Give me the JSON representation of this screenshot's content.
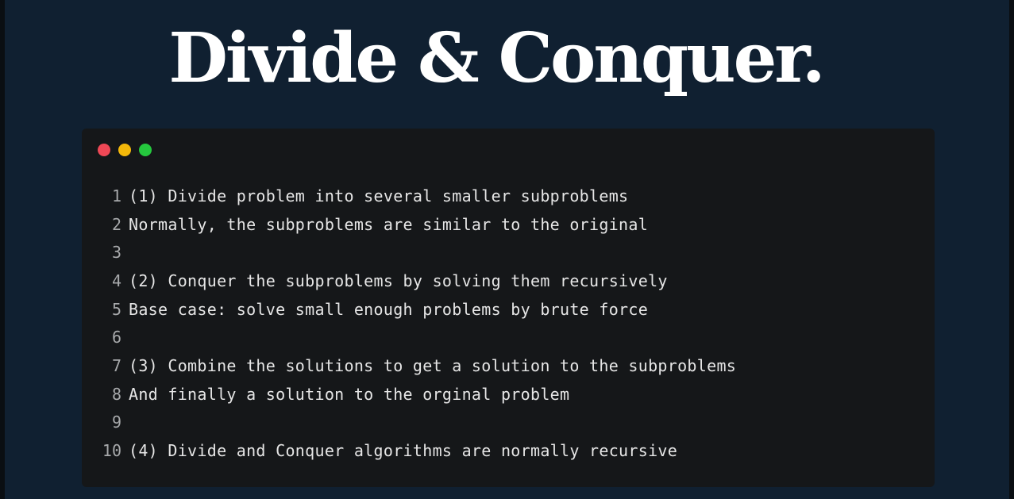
{
  "title": "Divide & Conquer.",
  "window": {
    "traffic_lights": [
      {
        "name": "close",
        "color": "#ef4856"
      },
      {
        "name": "minimize",
        "color": "#f4b80a"
      },
      {
        "name": "maximize",
        "color": "#25c83e"
      }
    ]
  },
  "code": {
    "lines": [
      {
        "num": "1",
        "text": "(1) Divide problem into several smaller subproblems"
      },
      {
        "num": "2",
        "text": "Normally, the subproblems are similar to the original"
      },
      {
        "num": "3",
        "text": ""
      },
      {
        "num": "4",
        "text": "(2) Conquer the subproblems by solving them recursively"
      },
      {
        "num": "5",
        "text": "Base case: solve small enough problems by brute force"
      },
      {
        "num": "6",
        "text": ""
      },
      {
        "num": "7",
        "text": "(3) Combine the solutions to get a solution to the subproblems"
      },
      {
        "num": "8",
        "text": "And finally a solution to the orginal problem"
      },
      {
        "num": "9",
        "text": ""
      },
      {
        "num": "10",
        "text": "(4) Divide and Conquer algorithms are normally recursive"
      }
    ]
  }
}
